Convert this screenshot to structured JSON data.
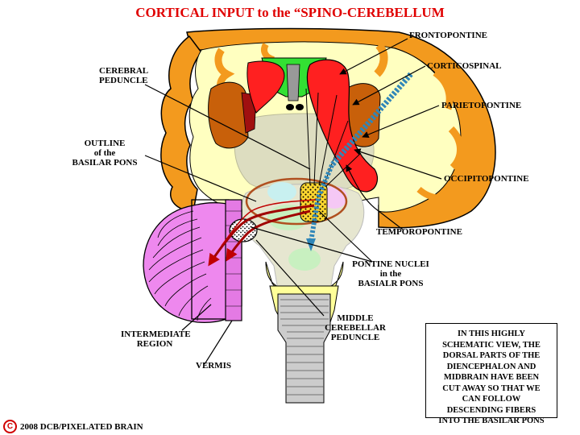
{
  "title": "CORTICAL INPUT to the “SPINO-CEREBELLUM",
  "labels": {
    "frontopontine": "FRONTOPONTINE",
    "corticospinal": "CORTICOSPINAL",
    "parietopontine": "PARIETOPONTINE",
    "occipitopontine": "OCCIPITOPONTINE",
    "temporopontine": "TEMPOROPONTINE",
    "cerebral_peduncle": [
      "CEREBRAL",
      "PEDUNCLE"
    ],
    "outline_basilar_pons": [
      "OUTLINE",
      "of the",
      "BASILAR PONS"
    ],
    "pontine_nuclei": [
      "PONTINE NUCLEI",
      "in the",
      "BASIALR PONS"
    ],
    "middle_cerebellar_peduncle": [
      "MIDDLE",
      "CEREBELLAR",
      "PEDUNCLE"
    ],
    "intermediate_region": [
      "INTERMEDIATE",
      "REGION"
    ],
    "vermis": "VERMIS"
  },
  "note": [
    "IN THIS HIGHLY",
    "SCHEMATIC VIEW, THE",
    "DORSAL PARTS OF THE",
    "DIENCEPHALON AND",
    "MIDBRAIN HAVE BEEN",
    "CUT AWAY SO THAT WE",
    "CAN FOLLOW",
    "DESCENDING FIBERS",
    "INTO THE BASILAR PONS"
  ],
  "copyright": {
    "symbol": "C",
    "text": "2008  DCB/PIXELATED BRAIN"
  },
  "colors": {
    "title": "#e00000",
    "cortex": "#f39a1e",
    "white_matter": "#ffffc0",
    "peduncle": "#ff2020",
    "frontopontine_green": "#33e033",
    "cerebellum": "#ee88ee",
    "brainstem": "#ffff99",
    "fibers_red": "#a00000",
    "corticospinal_blue": "#4aa0c8"
  }
}
